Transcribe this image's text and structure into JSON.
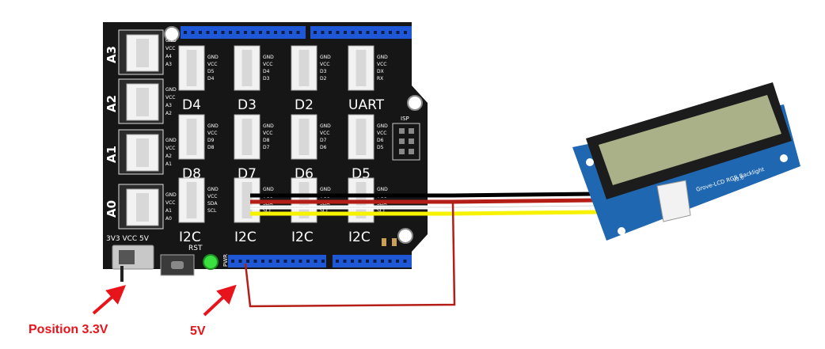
{
  "board": {
    "left_ports": [
      {
        "label": "A3",
        "pins": [
          "GND",
          "VCC",
          "A4",
          "A3"
        ]
      },
      {
        "label": "A2",
        "pins": [
          "GND",
          "VCC",
          "A3",
          "A2"
        ]
      },
      {
        "label": "A1",
        "pins": [
          "GND",
          "VCC",
          "A2",
          "A1"
        ]
      },
      {
        "label": "A0",
        "pins": [
          "GND",
          "VCC",
          "A1",
          "A0"
        ]
      }
    ],
    "grid_rows": [
      [
        {
          "label": "D4",
          "pins": [
            "GND",
            "VCC",
            "D5",
            "D4"
          ]
        },
        {
          "label": "D3",
          "pins": [
            "GND",
            "VCC",
            "D4",
            "D3"
          ]
        },
        {
          "label": "D2",
          "pins": [
            "GND",
            "VCC",
            "D3",
            "D2"
          ]
        },
        {
          "label": "UART",
          "pins": [
            "GND",
            "VCC",
            "DX",
            "RX"
          ]
        }
      ],
      [
        {
          "label": "D8",
          "pins": [
            "GND",
            "VCC",
            "D9",
            "D8"
          ]
        },
        {
          "label": "D7",
          "pins": [
            "GND",
            "VCC",
            "D8",
            "D7"
          ]
        },
        {
          "label": "D6",
          "pins": [
            "GND",
            "VCC",
            "D7",
            "D6"
          ]
        },
        {
          "label": "D5",
          "pins": [
            "GND",
            "VCC",
            "D6",
            "D5"
          ]
        }
      ],
      [
        {
          "label": "I2C",
          "pins": [
            "GND",
            "VCC",
            "SDA",
            "SCL"
          ]
        },
        {
          "label": "I2C",
          "pins": [
            "GND",
            "VCC",
            "SDA",
            "SCL"
          ]
        },
        {
          "label": "I2C",
          "pins": [
            "GND",
            "VCC",
            "SDA",
            "SCL"
          ]
        },
        {
          "label": "I2C",
          "pins": [
            "GND",
            "VCC",
            "SDA",
            "SCL"
          ]
        }
      ]
    ],
    "isp_label": "ISP",
    "switch_label": "3V3  VCC  5V",
    "reset_label": "RST",
    "power_label": "PWR"
  },
  "lcd": {
    "module_label": "Grove-LCD RGB Backlight",
    "version_label": "V2.0"
  },
  "annotations": {
    "switch_note": "Position 3.3V",
    "power_note": "5V"
  },
  "colors": {
    "pcb": "#161616",
    "header": "#1f58d6",
    "grove_connector": "#f2f2f2",
    "wire_red": "#b51e16",
    "wire_yellow": "#f7f200",
    "wire_white": "#ffffff",
    "wire_black": "#000000",
    "led": "#39e040",
    "lcd_board": "#1f67b0",
    "lcd_screen": "#aab189",
    "annotation": "#e8141b"
  }
}
